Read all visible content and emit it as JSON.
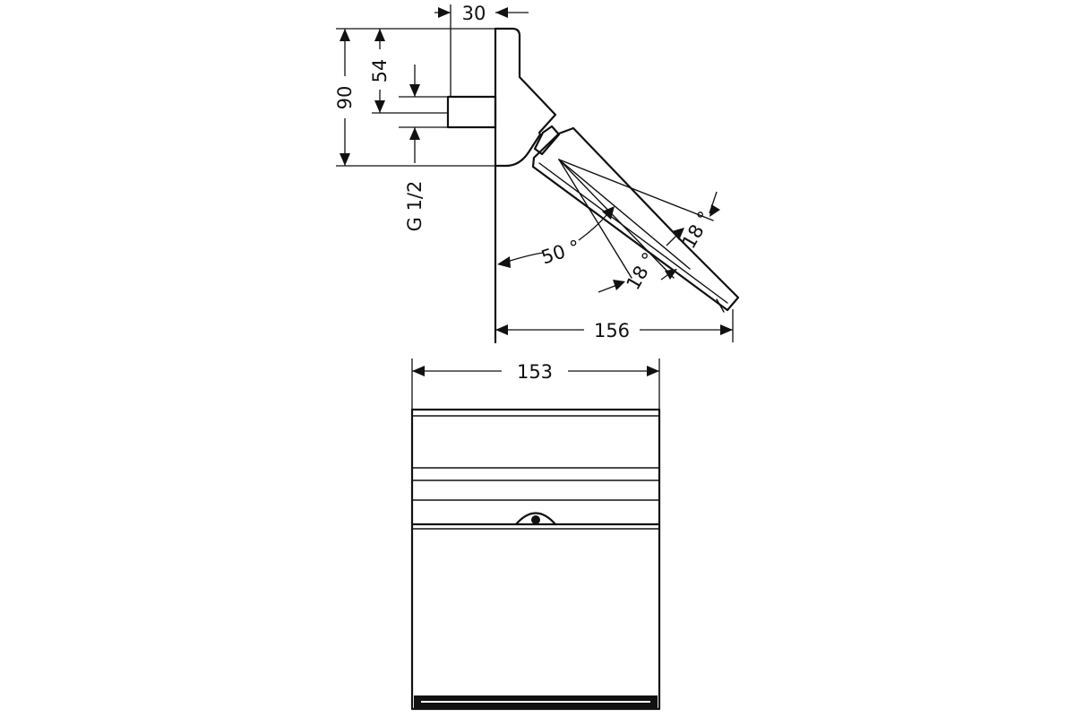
{
  "dimensions": {
    "depth_arm": "30",
    "outlet_height": "54",
    "overall_height": "90",
    "thread": "G 1/2",
    "tilt_angle": "50 °",
    "spray_angle_upper": "18 °",
    "spray_angle_lower": "18 °",
    "projection": "156",
    "width": "153"
  }
}
